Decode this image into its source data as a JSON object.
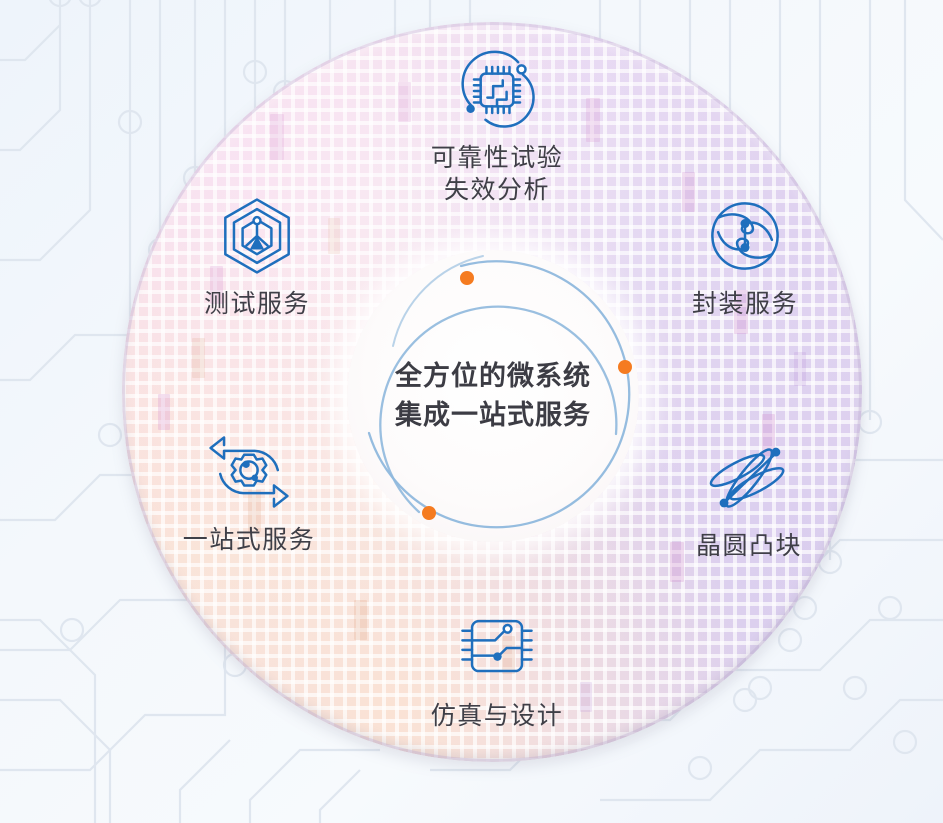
{
  "graphic": {
    "type": "radial-service-wheel",
    "background_color": "#eef4fb",
    "accent_blue": "#1f6fbd",
    "accent_orange": "#f57b20",
    "text_color": "#3f3f47",
    "wafer_colors": [
      "#f7dcef",
      "#fbe4d5",
      "#ded1f0",
      "#ddd2ef"
    ]
  },
  "center": {
    "line1": "全方位的微系统",
    "line2": "集成一站式服务",
    "dot_color": "#f57b20",
    "arc_color": "#8fb8dd",
    "dot_count": 3
  },
  "nodes": [
    {
      "id": "reliability",
      "icon": "chip-orbit-icon",
      "label": "可靠性试验\n失效分析",
      "label_line1": "可靠性试验",
      "label_line2": "失效分析"
    },
    {
      "id": "test",
      "icon": "hexagon-probe-icon",
      "label": "测试服务",
      "label_line1": "测试服务",
      "label_line2": ""
    },
    {
      "id": "packaging",
      "icon": "sphere-swirl-icon",
      "label": "封装服务",
      "label_line1": "封装服务",
      "label_line2": ""
    },
    {
      "id": "onestop",
      "icon": "gear-refresh-icon",
      "label": "一站式服务",
      "label_line1": "一站式服务",
      "label_line2": ""
    },
    {
      "id": "bumping",
      "icon": "crossed-ellipses-icon",
      "label": "晶圆凸块",
      "label_line1": "晶圆凸块",
      "label_line2": ""
    },
    {
      "id": "design",
      "icon": "chip-circuit-icon",
      "label": "仿真与设计",
      "label_line1": "仿真与设计",
      "label_line2": ""
    }
  ]
}
